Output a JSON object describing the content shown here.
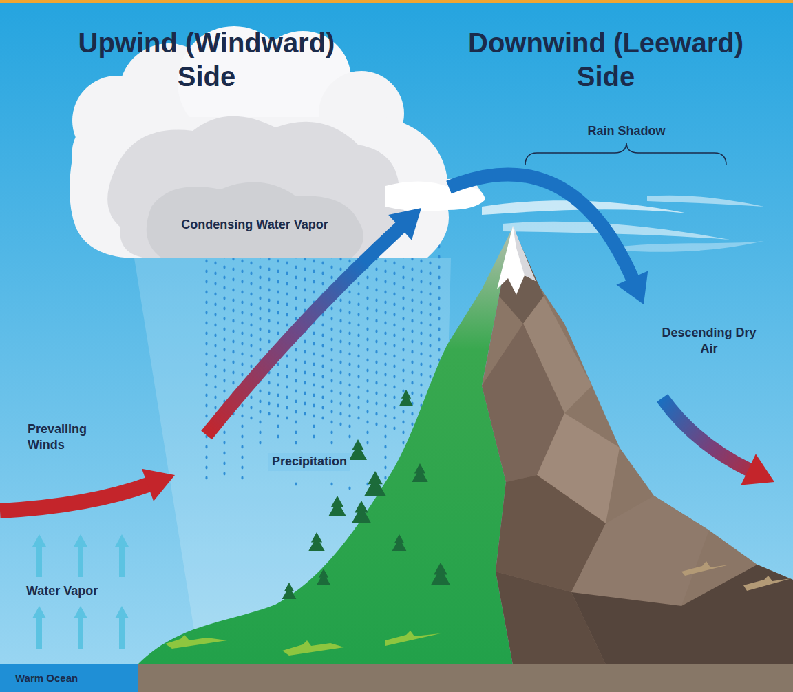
{
  "diagram": {
    "nodes": [
      {
        "text": [
          "Condensing Water Vapor"
        ]
      },
      {
        "text": [
          "Warm Ocean"
        ]
      }
    ],
    "labels": [
      "Upwind (Windward) Side",
      "Downwind (Leeward) Side",
      "Rain Shadow",
      "Precipitation",
      "Prevailing Winds",
      "Water Vapor",
      "Descending Dry Air"
    ]
  }
}
